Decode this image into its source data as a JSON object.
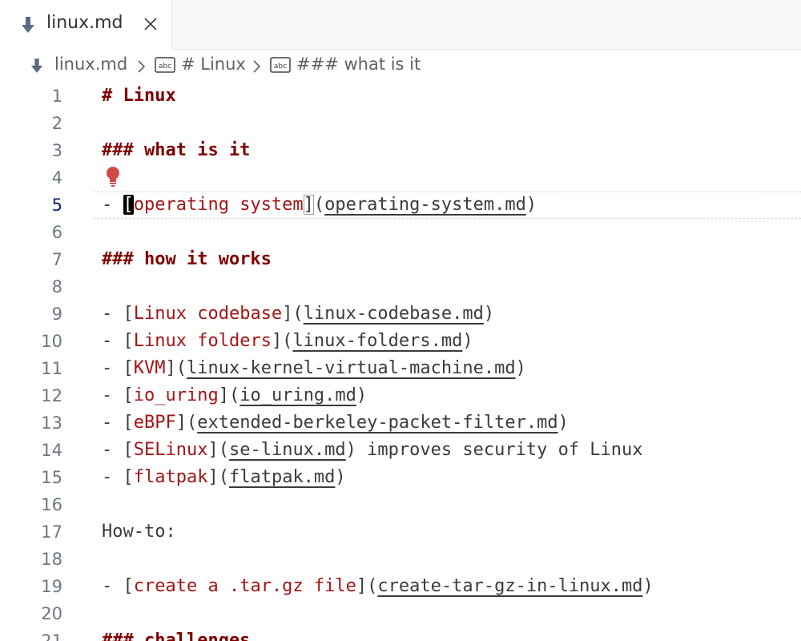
{
  "tab": {
    "label": "linux.md",
    "icon": "markdown-arrow-icon",
    "close_icon": "close-icon"
  },
  "breadcrumb": {
    "file": "linux.md",
    "items": [
      {
        "label": "# Linux",
        "icon": "string-symbol-icon"
      },
      {
        "label": "### what is it",
        "icon": "string-symbol-icon"
      }
    ]
  },
  "editor": {
    "active_line": 5,
    "lightbulb_icon": "lightbulb-icon",
    "lines": [
      {
        "n": "1",
        "parts": [
          {
            "t": "# Linux",
            "c": "hdr"
          }
        ]
      },
      {
        "n": "2",
        "parts": []
      },
      {
        "n": "3",
        "parts": [
          {
            "t": "### what is it",
            "c": "hdr"
          }
        ]
      },
      {
        "n": "4",
        "parts": []
      },
      {
        "n": "5",
        "parts": [
          {
            "t": "- ",
            "c": ""
          },
          {
            "t": "[",
            "c": "cursor"
          },
          {
            "t": "operating system",
            "c": "lt"
          },
          {
            "t": "]",
            "c": "bracket"
          },
          {
            "t": "(",
            "c": ""
          },
          {
            "t": "operating-system.md",
            "c": "url"
          },
          {
            "t": ")",
            "c": ""
          }
        ]
      },
      {
        "n": "6",
        "parts": []
      },
      {
        "n": "7",
        "parts": [
          {
            "t": "### how it works",
            "c": "hdr"
          }
        ]
      },
      {
        "n": "8",
        "parts": []
      },
      {
        "n": "9",
        "parts": [
          {
            "t": "- [",
            "c": ""
          },
          {
            "t": "Linux codebase",
            "c": "lt"
          },
          {
            "t": "](",
            "c": ""
          },
          {
            "t": "linux-codebase.md",
            "c": "url"
          },
          {
            "t": ")",
            "c": ""
          }
        ]
      },
      {
        "n": "10",
        "parts": [
          {
            "t": "- [",
            "c": ""
          },
          {
            "t": "Linux folders",
            "c": "lt"
          },
          {
            "t": "](",
            "c": ""
          },
          {
            "t": "linux-folders.md",
            "c": "url"
          },
          {
            "t": ")",
            "c": ""
          }
        ]
      },
      {
        "n": "11",
        "parts": [
          {
            "t": "- [",
            "c": ""
          },
          {
            "t": "KVM",
            "c": "lt"
          },
          {
            "t": "](",
            "c": ""
          },
          {
            "t": "linux-kernel-virtual-machine.md",
            "c": "url"
          },
          {
            "t": ")",
            "c": ""
          }
        ]
      },
      {
        "n": "12",
        "parts": [
          {
            "t": "- [",
            "c": ""
          },
          {
            "t": "io_uring",
            "c": "lt"
          },
          {
            "t": "](",
            "c": ""
          },
          {
            "t": "io_uring.md",
            "c": "url"
          },
          {
            "t": ")",
            "c": ""
          }
        ]
      },
      {
        "n": "13",
        "parts": [
          {
            "t": "- [",
            "c": ""
          },
          {
            "t": "eBPF",
            "c": "lt"
          },
          {
            "t": "](",
            "c": ""
          },
          {
            "t": "extended-berkeley-packet-filter.md",
            "c": "url"
          },
          {
            "t": ")",
            "c": ""
          }
        ]
      },
      {
        "n": "14",
        "parts": [
          {
            "t": "- [",
            "c": ""
          },
          {
            "t": "SELinux",
            "c": "lt"
          },
          {
            "t": "](",
            "c": ""
          },
          {
            "t": "se-linux.md",
            "c": "url"
          },
          {
            "t": ") improves security of Linux",
            "c": ""
          }
        ]
      },
      {
        "n": "15",
        "parts": [
          {
            "t": "- [",
            "c": ""
          },
          {
            "t": "flatpak",
            "c": "lt"
          },
          {
            "t": "](",
            "c": ""
          },
          {
            "t": "flatpak.md",
            "c": "url"
          },
          {
            "t": ")",
            "c": ""
          }
        ]
      },
      {
        "n": "16",
        "parts": []
      },
      {
        "n": "17",
        "parts": [
          {
            "t": "How-to:",
            "c": ""
          }
        ]
      },
      {
        "n": "18",
        "parts": []
      },
      {
        "n": "19",
        "parts": [
          {
            "t": "- [",
            "c": ""
          },
          {
            "t": "create a .tar.gz file",
            "c": "lt"
          },
          {
            "t": "](",
            "c": ""
          },
          {
            "t": "create-tar-gz-in-linux.md",
            "c": "url"
          },
          {
            "t": ")",
            "c": ""
          }
        ]
      },
      {
        "n": "20",
        "parts": []
      },
      {
        "n": "21",
        "parts": [
          {
            "t": "### challenges",
            "c": "hdr"
          }
        ]
      }
    ]
  }
}
